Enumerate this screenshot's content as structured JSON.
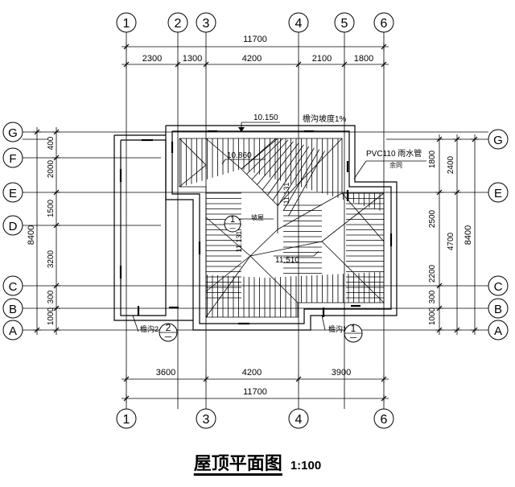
{
  "grid_columns_top": [
    "1",
    "2",
    "3",
    "4",
    "5",
    "6"
  ],
  "grid_columns_bottom": [
    "1",
    "3",
    "4",
    "6"
  ],
  "grid_rows": [
    "G",
    "F",
    "E",
    "D",
    "C",
    "B",
    "A"
  ],
  "dims_top_overall": "11700",
  "dims_top_segments": [
    "2300",
    "1300",
    "4200",
    "2100",
    "1800"
  ],
  "dims_bottom_segments": [
    "3600",
    "4200",
    "3900"
  ],
  "dims_bottom_overall": "11700",
  "dims_left_segments": [
    "400",
    "2000",
    "1500",
    "3200",
    "300",
    "1000"
  ],
  "dims_left_overall": "8400",
  "dims_right_inner": [
    "1800",
    "2500",
    "2200",
    "300",
    "1000"
  ],
  "dims_right_mid": [
    "2400",
    "4700"
  ],
  "dims_right_overall": "8400",
  "annotations": {
    "elev_top": "10.150",
    "gutter_slope": "檐沟坡度1%",
    "elev_upper": "10.860",
    "pipe": "PVC110 雨水管",
    "pipe_sub": "余同",
    "elev_center": "11.510",
    "elev_vertical_1": "11.131",
    "elev_vertical_2": "11.131",
    "roof_label": "坡屋",
    "detail_left": "檐沟2",
    "detail_right": "檐沟1",
    "section_left_num": "2",
    "section_left_sheet": "一",
    "section_right_num": "1",
    "section_right_sheet": "一",
    "section_center_num": "1",
    "section_center_sheet": "一"
  },
  "caption": {
    "title": "屋顶平面图",
    "scale": "1:100"
  }
}
